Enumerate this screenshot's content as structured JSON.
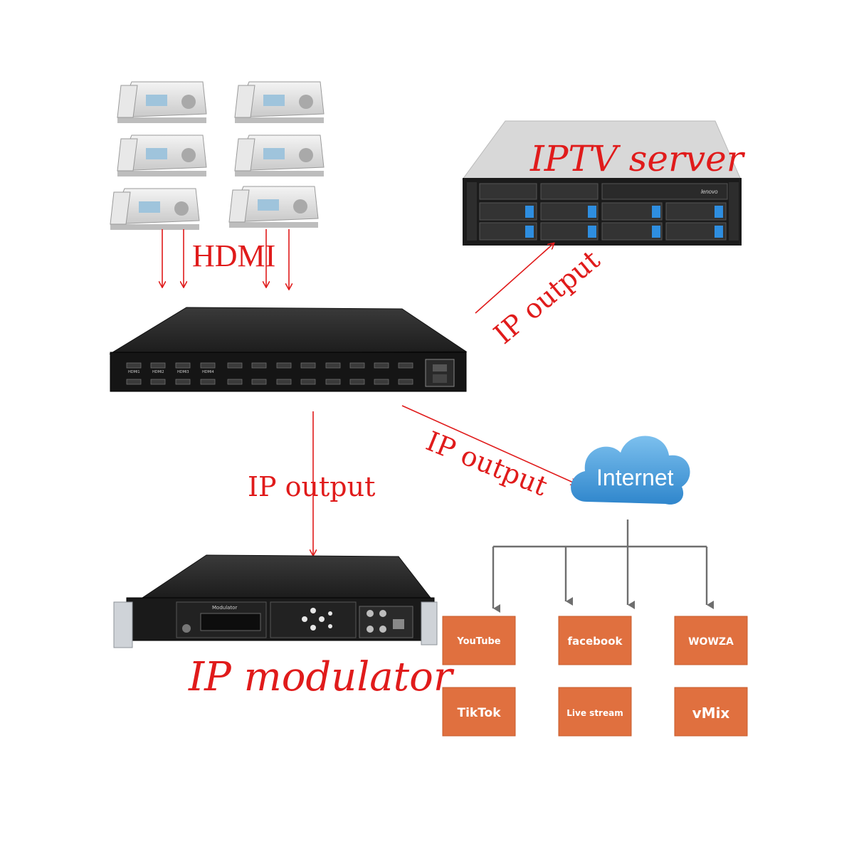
{
  "diagram": {
    "hdmi_label": "HDMI",
    "iptv_server_label": "IPTV server",
    "ip_modulator_label": "IP modulator",
    "ip_output_to_server": "IP output",
    "ip_output_to_internet": "IP output",
    "ip_output_to_modulator": "IP output",
    "internet_label": "Internet",
    "server_brand": "lenovo",
    "modulator_panel_title": "Modulator",
    "encoder_port_labels": [
      "HDMI1",
      "HDMI2",
      "HDMI3",
      "HDMI4"
    ],
    "destinations": [
      {
        "label": "YouTube"
      },
      {
        "label": "facebook"
      },
      {
        "label": "WOWZA"
      },
      {
        "label": "TikTok"
      },
      {
        "label": "Live stream"
      },
      {
        "label": "vMix"
      }
    ]
  },
  "colors": {
    "arrow_red": "#e01b1b",
    "destination_box": "#e0703f",
    "cloud_blue": "#3f97d6",
    "tree_gray": "#6e6e6e",
    "device_dark": "#1e1e1e"
  }
}
